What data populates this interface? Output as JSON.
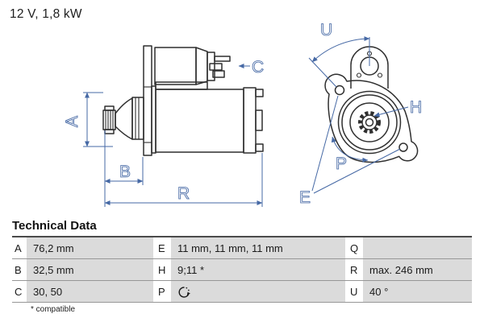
{
  "title": "12 V, 1,8 kW",
  "drawing": {
    "dimension_color": "#4669a5",
    "line_color": "#2f2f2f",
    "labels": {
      "A": "A",
      "B": "B",
      "C": "C",
      "R": "R",
      "U": "U",
      "H": "H",
      "P": "P",
      "E": "E"
    }
  },
  "technical_data": {
    "heading": "Technical Data",
    "rows": [
      {
        "c1": {
          "key": "A",
          "value": "76,2 mm"
        },
        "c2": {
          "key": "E",
          "value": "11 mm, 11 mm, 11 mm"
        },
        "c3": {
          "key": "Q",
          "value": ""
        }
      },
      {
        "c1": {
          "key": "B",
          "value": "32,5 mm"
        },
        "c2": {
          "key": "H",
          "value": "9;11 *"
        },
        "c3": {
          "key": "R",
          "value": "max. 246 mm"
        }
      },
      {
        "c1": {
          "key": "C",
          "value": "30, 50"
        },
        "c2": {
          "key": "P",
          "value": "",
          "icon": "rotation-clockwise-icon"
        },
        "c3": {
          "key": "U",
          "value": "40 °"
        }
      }
    ],
    "footnote": "* compatible"
  }
}
